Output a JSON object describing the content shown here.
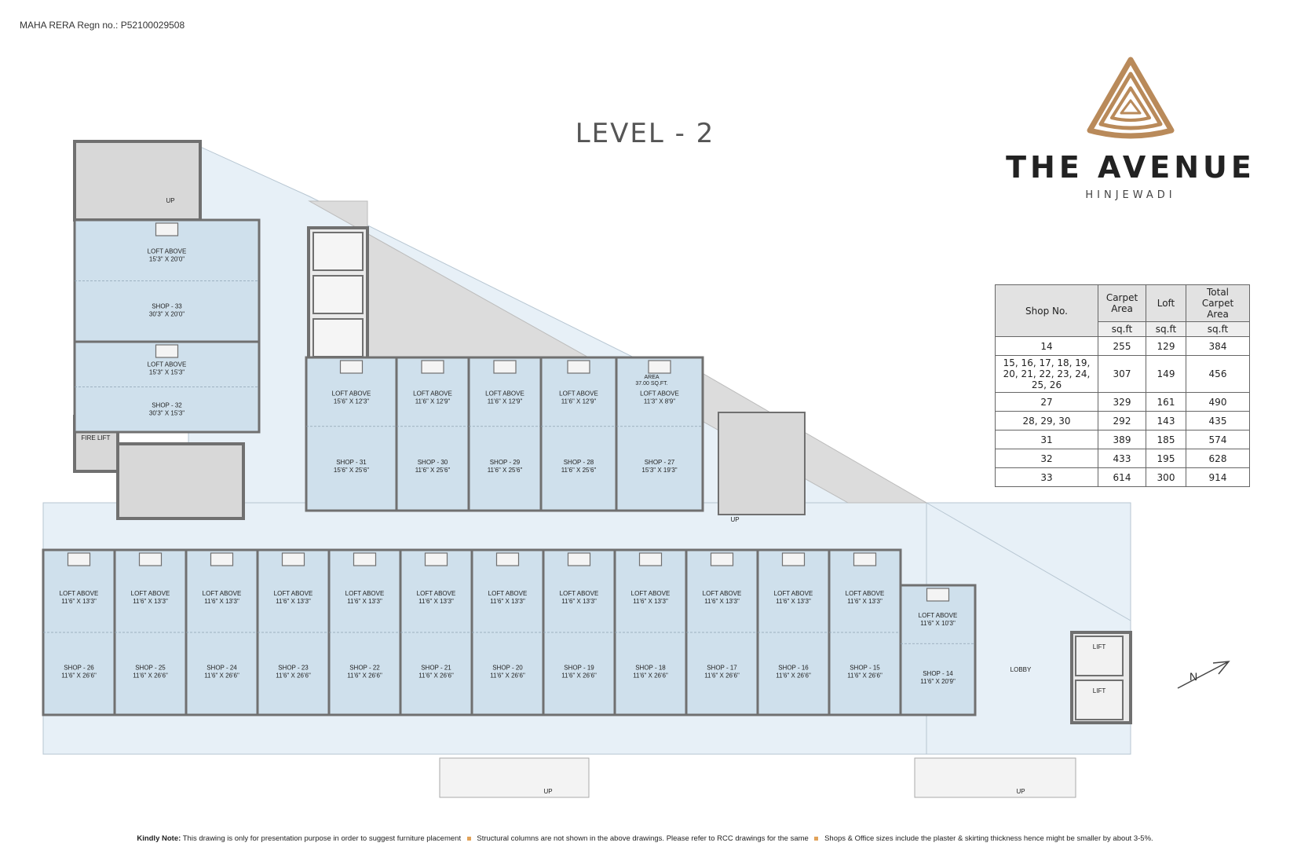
{
  "header": {
    "rera": "MAHA RERA Regn no.: P52100029508",
    "level_title": "LEVEL - 2"
  },
  "brand": {
    "name": "THE AVENUE",
    "sub": "HINJEWADI",
    "logo_color": "#b98a5a"
  },
  "plan": {
    "colors": {
      "shop": "#cfe0ec",
      "corridor": "#e7f0f7",
      "wall": "#707070",
      "service": "#d9d9d9"
    },
    "upper_shops": [
      {
        "loft": "LOFT ABOVE",
        "loft_size": "15'3\" X 20'0\"",
        "shop": "SHOP - 33",
        "shop_size": "30'3\" X 20'0\""
      },
      {
        "loft": "LOFT ABOVE",
        "loft_size": "15'3\" X 15'3\"",
        "shop": "SHOP - 32",
        "shop_size": "30'3\" X 15'3\""
      }
    ],
    "middle_shops": [
      {
        "loft": "LOFT ABOVE",
        "loft_size": "15'6\" X 12'3\"",
        "shop": "SHOP - 31",
        "shop_size": "15'6\" X 25'6\""
      },
      {
        "loft": "LOFT ABOVE",
        "loft_size": "11'6\" X 12'9\"",
        "shop": "SHOP - 30",
        "shop_size": "11'6\" X 25'6\""
      },
      {
        "loft": "LOFT ABOVE",
        "loft_size": "11'6\" X 12'9\"",
        "shop": "SHOP - 29",
        "shop_size": "11'6\" X 25'6\""
      },
      {
        "loft": "LOFT ABOVE",
        "loft_size": "11'6\" X 12'9\"",
        "shop": "SHOP - 28",
        "shop_size": "11'6\" X 25'6\""
      },
      {
        "loft": "LOFT ABOVE",
        "loft_size": "11'3\" X 8'9\"",
        "shop": "SHOP - 27",
        "shop_size": "15'3\" X 19'3\"",
        "area_label": "AREA",
        "area_value": "37.00 SQ.FT."
      }
    ],
    "lower_shops": [
      {
        "loft": "LOFT ABOVE",
        "loft_size": "11'6\" X 13'3\"",
        "shop": "SHOP - 26",
        "shop_size": "11'6\" X 26'6\""
      },
      {
        "loft": "LOFT ABOVE",
        "loft_size": "11'6\" X 13'3\"",
        "shop": "SHOP - 25",
        "shop_size": "11'6\" X 26'6\""
      },
      {
        "loft": "LOFT ABOVE",
        "loft_size": "11'6\" X 13'3\"",
        "shop": "SHOP - 24",
        "shop_size": "11'6\" X 26'6\""
      },
      {
        "loft": "LOFT ABOVE",
        "loft_size": "11'6\" X 13'3\"",
        "shop": "SHOP - 23",
        "shop_size": "11'6\" X 26'6\""
      },
      {
        "loft": "LOFT ABOVE",
        "loft_size": "11'6\" X 13'3\"",
        "shop": "SHOP - 22",
        "shop_size": "11'6\" X 26'6\""
      },
      {
        "loft": "LOFT ABOVE",
        "loft_size": "11'6\" X 13'3\"",
        "shop": "SHOP - 21",
        "shop_size": "11'6\" X 26'6\""
      },
      {
        "loft": "LOFT ABOVE",
        "loft_size": "11'6\" X 13'3\"",
        "shop": "SHOP - 20",
        "shop_size": "11'6\" X 26'6\""
      },
      {
        "loft": "LOFT ABOVE",
        "loft_size": "11'6\" X 13'3\"",
        "shop": "SHOP - 19",
        "shop_size": "11'6\" X 26'6\""
      },
      {
        "loft": "LOFT ABOVE",
        "loft_size": "11'6\" X 13'3\"",
        "shop": "SHOP - 18",
        "shop_size": "11'6\" X 26'6\""
      },
      {
        "loft": "LOFT ABOVE",
        "loft_size": "11'6\" X 13'3\"",
        "shop": "SHOP - 17",
        "shop_size": "11'6\" X 26'6\""
      },
      {
        "loft": "LOFT ABOVE",
        "loft_size": "11'6\" X 13'3\"",
        "shop": "SHOP - 16",
        "shop_size": "11'6\" X 26'6\""
      },
      {
        "loft": "LOFT ABOVE",
        "loft_size": "11'6\" X 13'3\"",
        "shop": "SHOP - 15",
        "shop_size": "11'6\" X 26'6\""
      },
      {
        "loft": "LOFT ABOVE",
        "loft_size": "11'6\" X 10'3\"",
        "shop": "SHOP - 14",
        "shop_size": "11'6\" X 20'9\""
      }
    ],
    "labels": {
      "fire_lift": "FIRE LIFT",
      "lobby": "LOBBY",
      "lift": "LIFT",
      "up": "UP",
      "north": "N"
    }
  },
  "table": {
    "headers": {
      "shop_no": "Shop No.",
      "carpet": "Carpet Area",
      "loft": "Loft",
      "total": "Total Carpet Area"
    },
    "units": {
      "carpet": "sq.ft",
      "loft": "sq.ft",
      "total": "sq.ft"
    },
    "rows": [
      {
        "shop": "14",
        "carpet": "255",
        "loft": "129",
        "total": "384"
      },
      {
        "shop": "15, 16, 17, 18, 19, 20, 21, 22, 23, 24, 25, 26",
        "carpet": "307",
        "loft": "149",
        "total": "456"
      },
      {
        "shop": "27",
        "carpet": "329",
        "loft": "161",
        "total": "490"
      },
      {
        "shop": "28, 29, 30",
        "carpet": "292",
        "loft": "143",
        "total": "435"
      },
      {
        "shop": "31",
        "carpet": "389",
        "loft": "185",
        "total": "574"
      },
      {
        "shop": "32",
        "carpet": "433",
        "loft": "195",
        "total": "628"
      },
      {
        "shop": "33",
        "carpet": "614",
        "loft": "300",
        "total": "914"
      }
    ]
  },
  "note": {
    "label": "Kindly Note:",
    "text1": "This drawing is only for presentation purpose in order to suggest furniture placement",
    "text2": "Structural columns are not shown in the above drawings. Please refer to RCC drawings for the same",
    "text3": "Shops & Office sizes include the plaster & skirting thickness hence might be smaller by about 3-5%."
  }
}
